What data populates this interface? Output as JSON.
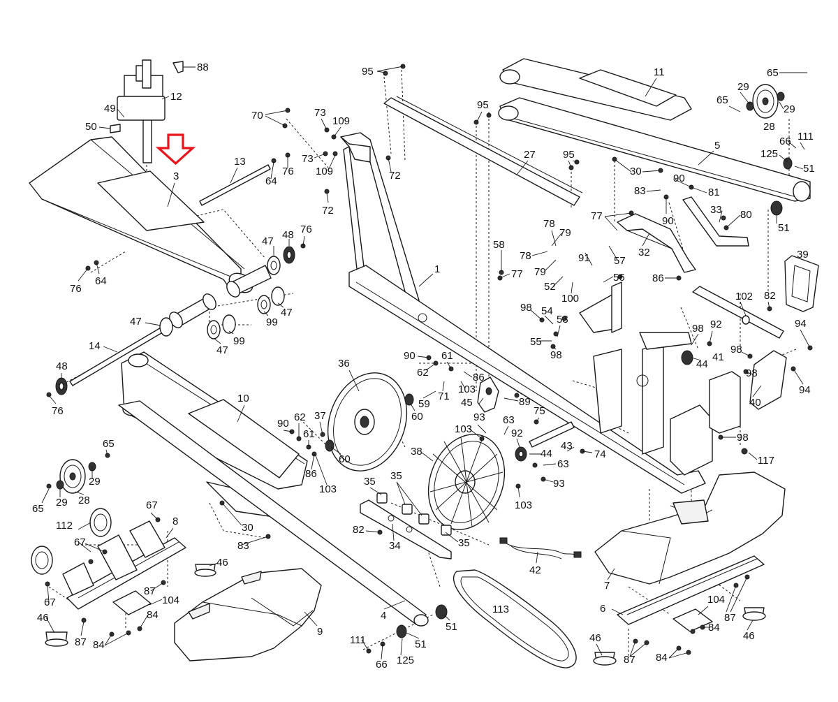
{
  "colors": {
    "line": "#1a1a1a",
    "background": "#ffffff",
    "highlight_arrow": "#e8141b"
  },
  "callout_arrow": {
    "target_label": "3"
  },
  "labels": {
    "p88": "88",
    "p12": "12",
    "p49": "49",
    "p50": "50",
    "p3": "3",
    "p13": "13",
    "p64a": "64",
    "p76a": "76",
    "p70": "70",
    "p73a": "73",
    "p109a": "109",
    "p73b": "73",
    "p109b": "109",
    "p72a": "72",
    "p72b": "72",
    "p95a": "95",
    "p95b": "95",
    "p27": "27",
    "p95c": "95",
    "p11": "11",
    "p5": "5",
    "p65a": "65",
    "p29a": "29",
    "p65b": "65",
    "p29b": "29",
    "p28a": "28",
    "p66a": "66",
    "p111a": "111",
    "p125a": "125",
    "p51a": "51",
    "p30a": "30",
    "p83a": "83",
    "p90a": "90",
    "p81": "81",
    "p90b": "90",
    "p33": "33",
    "p80": "80",
    "p51b": "51",
    "p77a": "77",
    "p78a": "78",
    "p79a": "79",
    "p78b": "78",
    "p79b": "79",
    "p58": "58",
    "p77b": "77",
    "p52": "52",
    "p91": "91",
    "p57": "57",
    "p32": "32",
    "p56": "56",
    "p100": "100",
    "p86a": "86",
    "p39": "39",
    "p47a": "47",
    "p48a": "48",
    "p76b": "76",
    "p76c": "76",
    "p64b": "64",
    "p47b": "47",
    "p99a": "99",
    "p47c": "47",
    "p99b": "99",
    "p47d": "47",
    "p14": "14",
    "p48b": "48",
    "p76d": "76",
    "p1": "1",
    "p98a": "98",
    "p54": "54",
    "p53": "53",
    "p55": "55",
    "p98b": "98",
    "p102": "102",
    "p82a": "82",
    "p94a": "94",
    "p92a": "92",
    "p98c": "98",
    "p98d": "98",
    "p44a": "44",
    "p41": "41",
    "p98e": "98",
    "p40": "40",
    "p94b": "94",
    "p98f": "98",
    "p117": "117",
    "p36": "36",
    "p90c": "90",
    "p61a": "61",
    "p62a": "62",
    "p86b": "86",
    "p103a": "103",
    "p59": "59",
    "p71": "71",
    "p45": "45",
    "p89": "89",
    "p60a": "60",
    "p93a": "93",
    "p75": "75",
    "p63a": "63",
    "p103b": "103",
    "p92b": "92",
    "p44b": "44",
    "p43": "43",
    "p74": "74",
    "p63b": "63",
    "p93b": "93",
    "p103c": "103",
    "p10": "10",
    "p90d": "90",
    "p62b": "62",
    "p37": "37",
    "p61b": "61",
    "p60b": "60",
    "p86c": "86",
    "p103d": "103",
    "p38": "38",
    "p35a": "35",
    "p35b": "35",
    "p35c": "35",
    "p82b": "82",
    "p34": "34",
    "p42": "42",
    "p65c": "65",
    "p29c": "29",
    "p28b": "28",
    "p65d": "65",
    "p29d": "29",
    "p67a": "67",
    "p8": "8",
    "p112": "112",
    "p67b": "67",
    "p30b": "30",
    "p83b": "83",
    "p46a": "46",
    "p87a": "87",
    "p104a": "104",
    "p67c": "67",
    "p84a": "84",
    "p46b": "46",
    "p87b": "87",
    "p84b": "84",
    "p9": "9",
    "p4": "4",
    "p51c": "51",
    "p113": "113",
    "p111b": "111",
    "p66b": "66",
    "p125b": "125",
    "p51d": "51",
    "p7": "7",
    "p6": "6",
    "p104b": "104",
    "p87c": "87",
    "p84c": "84",
    "p46c": "46",
    "p46d": "46",
    "p87d": "87",
    "p84d": "84"
  }
}
